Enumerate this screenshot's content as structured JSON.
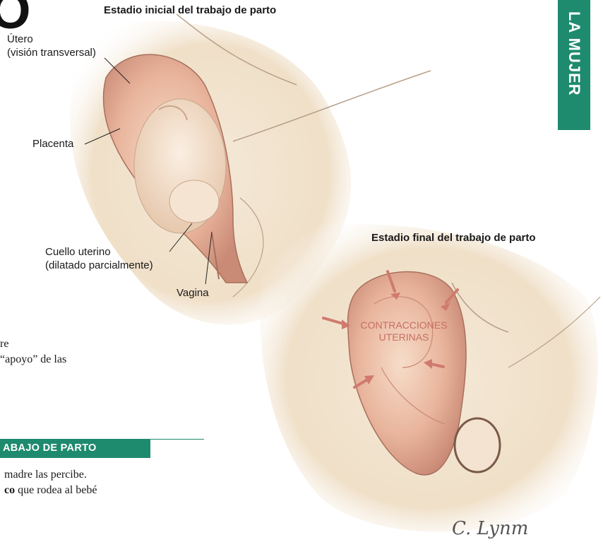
{
  "page": {
    "big_letter": "O",
    "side_tab": "LA MUJER"
  },
  "figure_top": {
    "title": "Estadio inicial del trabajo de parto",
    "labels": {
      "utero_line1": "Útero",
      "utero_line2": "(visión transversal)",
      "placenta": "Placenta",
      "cuello_line1": "Cuello uterino",
      "cuello_line2": "(dilatado parcialmente)",
      "vagina": "Vagina"
    }
  },
  "figure_bottom": {
    "title": "Estadio final del trabajo de parto",
    "contractions_line1": "CONTRACCIONES",
    "contractions_line2": "UTERINAS",
    "signature": "C. Lynm"
  },
  "body_text": {
    "fragment1": "re",
    "fragment2": "“apoyo” de las",
    "section_heading": "ABAJO DE PARTO",
    "fragment3": "madre las percibe.",
    "fragment4_bold": "co",
    "fragment4_rest": " que rodea al bebé"
  },
  "colors": {
    "accent": "#1e8a6e",
    "arrow": "#d07a6e",
    "skin": "#f1e2cc"
  }
}
